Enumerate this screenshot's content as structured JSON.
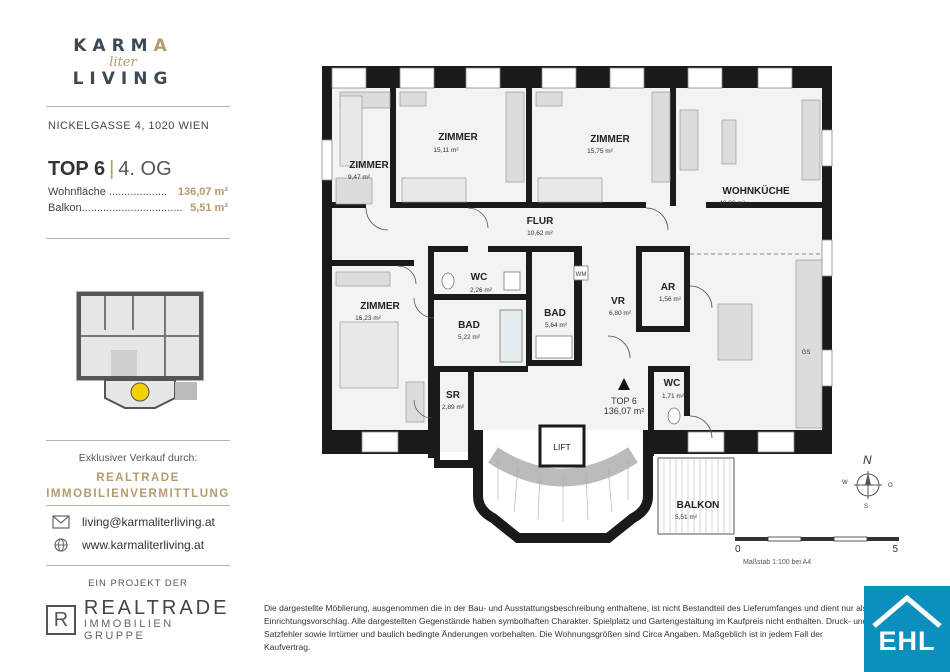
{
  "logo": {
    "line1_main": "KARM",
    "line1_accent": "A",
    "line2": "liter",
    "line3": "LIVING"
  },
  "address": "NICKELGASSE 4, 1020 WIEN",
  "unit": {
    "name": "TOP 6",
    "floor": "4. OG"
  },
  "areas": [
    {
      "label": "Wohnfläche ...................",
      "value": "136,07 m²"
    },
    {
      "label": "Balkon.................................",
      "value": "5,51 m²"
    }
  ],
  "sale": {
    "intro": "Exklusiver Verkauf durch:",
    "firm_line1": "REALTRADE",
    "firm_line2": "IMMOBILIENVERMITTLUNG"
  },
  "contact": {
    "email": "living@karmaliterliving.at",
    "web": "www.karmaliterliving.at"
  },
  "projekt": "EIN PROJEKT DER",
  "realtrade_logo": {
    "mark": "R",
    "line1": "REALTRADE",
    "line2": "IMMOBILIEN GRUPPE"
  },
  "rooms": [
    {
      "name": "ZIMMER",
      "area": "9,47 m²"
    },
    {
      "name": "ZIMMER",
      "area": "15,11 m²"
    },
    {
      "name": "ZIMMER",
      "area": "15,75 m²"
    },
    {
      "name": "WOHNKÜCHE",
      "area": "42,80 m²"
    },
    {
      "name": "FLUR",
      "area": "10,62 m²"
    },
    {
      "name": "WC",
      "area": "2,26 m²"
    },
    {
      "name": "BAD",
      "area": "5,22 m²"
    },
    {
      "name": "BAD",
      "area": "5,64 m²"
    },
    {
      "name": "VR",
      "area": "6,80 m²"
    },
    {
      "name": "AR",
      "area": "1,56 m²"
    },
    {
      "name": "ZIMMER",
      "area": "16,23 m²"
    },
    {
      "name": "SR",
      "area": "2,89 m²"
    },
    {
      "name": "WC",
      "area": "1,71 m²"
    },
    {
      "name": "BALKON",
      "area": "5,51 m²"
    }
  ],
  "plan_labels": {
    "lift": "LIFT",
    "wm": "WM",
    "gs": "GS",
    "top": "TOP 6",
    "top_area": "136,07 m²"
  },
  "scale": {
    "min": "0",
    "max": "5",
    "caption": "Maßstab 1:100 bei A4"
  },
  "compass": {
    "n": "N",
    "w": "W",
    "o": "O",
    "s": "S"
  },
  "disclaimer": "Die dargestellte Möblierung, ausgenommen die in der Bau- und Ausstattungsbeschreibung enthaltene, ist nicht Bestandteil des Lieferumfanges und dient nur als Einrichtungsvorschlag. Alle dargestellten Gegenstände haben symbolhaften Charakter. Spielplatz und Gartengestaltung im Kaufpreis nicht enthalten. Druck- und Satzfehler sowie Irrtümer und baulich bedingte Änderungen vorbehalten. Die Wohnungsgrößen sind Circa Angaben. Maßgeblich ist in jedem Fall der Kaufvertrag.",
  "ehl": "EHL",
  "colors": {
    "accent": "#b59a6d",
    "ehl_blue": "#0a8fbe",
    "wall": "#1a1a1a",
    "furniture": "#dcdcdc"
  }
}
